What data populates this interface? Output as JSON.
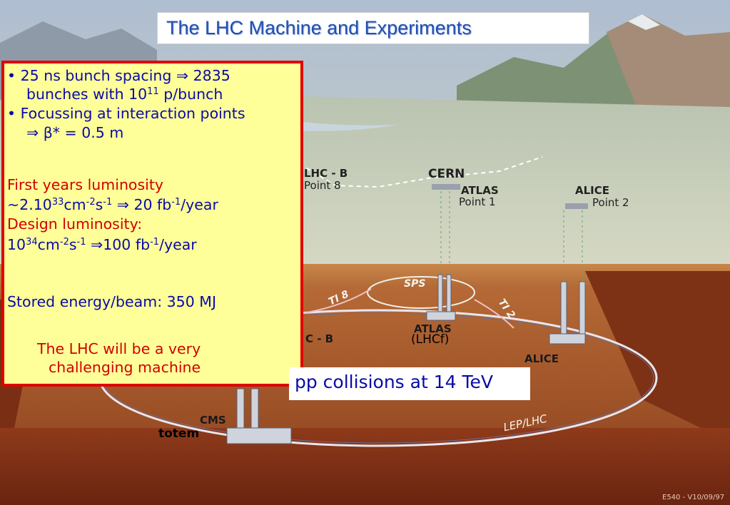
{
  "title": "The LHC Machine and Experiments",
  "info": {
    "line1a": "• 25 ns bunch spacing ⇒ 2835",
    "line2a": "bunches  with 10",
    "line2sup": "11",
    "line2b": " p/bunch",
    "line3": "• Focussing at interaction points",
    "line4": "⇒ β* = 0.5 m",
    "lum_first_label": "First years luminosity",
    "lum_first_a": "~2.10",
    "lum_first_sup1": "33",
    "lum_first_b": "cm",
    "lum_first_sup2": "-2",
    "lum_first_c": "s",
    "lum_first_sup3": "-1",
    "lum_first_d": " ⇒ 20 fb",
    "lum_first_sup4": "-1",
    "lum_first_e": "/year",
    "lum_design_label": "Design luminosity:",
    "lum_design_a": "10",
    "lum_design_sup1": "34",
    "lum_design_b": "cm",
    "lum_design_sup2": "-2",
    "lum_design_c": "s",
    "lum_design_sup3": "-1",
    "lum_design_d": " ⇒100 fb",
    "lum_design_sup4": "-1",
    "lum_design_e": "/year",
    "stored_energy": "Stored energy/beam: 350 MJ",
    "challenge1": "The LHC will be a very",
    "challenge2": "challenging machine"
  },
  "collisions": "pp collisions at 14 TeV",
  "labels": {
    "lhcb_top": "LHC - B",
    "point8": "Point 8",
    "cern": "CERN",
    "atlas": "ATLAS",
    "point1": "Point 1",
    "alice": "ALICE",
    "point2": "Point 2",
    "sps": "SPS",
    "ti8": "TI 8",
    "ti2": "TI 2",
    "lhcb_ring": "C - B",
    "atlas_ring": "ATLAS",
    "lhcf": "(LHCf)",
    "alice_ring": "ALICE",
    "cms": "CMS",
    "totem": "totem",
    "lep_lhc": "LEP/LHC",
    "footer": "E540 - V10/09/97"
  },
  "colors": {
    "title_text": "#1f4fb2",
    "box_fill": "#ffff99",
    "box_border": "#e00000",
    "blue_text": "#0a0aa8",
    "red_text": "#d00000"
  }
}
